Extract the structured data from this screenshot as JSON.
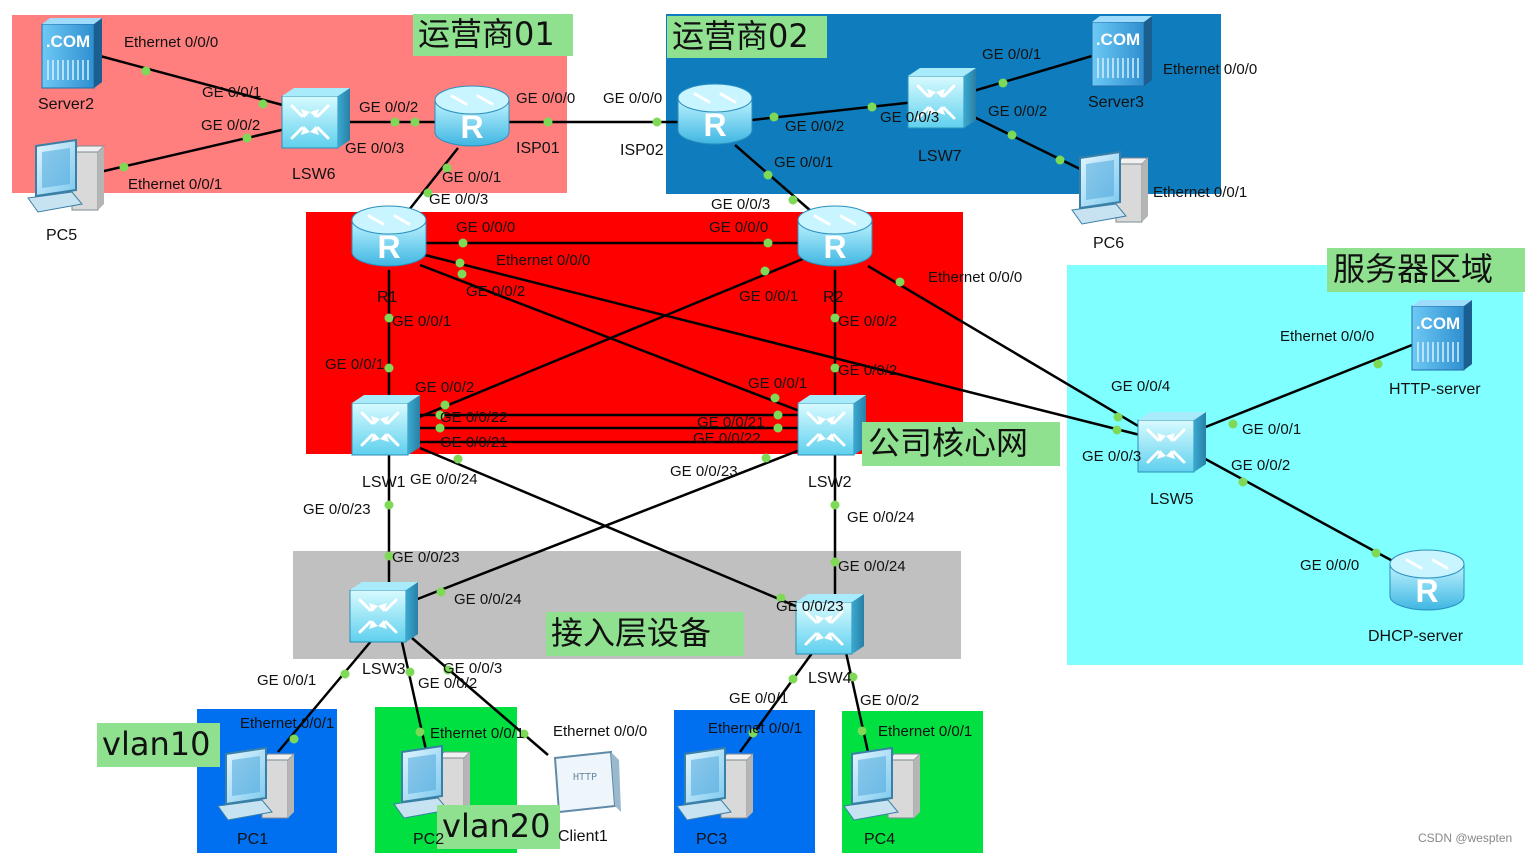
{
  "colors": {
    "isp1_zone": "#ff7f7f",
    "isp2_zone": "#0f7dbd",
    "core_zone": "#ff0000",
    "server_zone": "#7fffff",
    "access_zone": "#c0c0c0",
    "vlan10_zone": "#0070f0",
    "vlan20_zone": "#00e040",
    "zone_label_bg": "#8fe08f",
    "link_dot": "#7ed957"
  },
  "zones": {
    "isp1": "运营商01",
    "isp2": "运营商02",
    "core": "公司核心网",
    "server": "服务器区域",
    "access": "接入层设备",
    "vlan10": "vlan10",
    "vlan20": "vlan20"
  },
  "devices": {
    "server2": "Server2",
    "pc5": "PC5",
    "lsw6": "LSW6",
    "isp01": "ISP01",
    "isp02": "ISP02",
    "lsw7": "LSW7",
    "server3": "Server3",
    "pc6": "PC6",
    "r1": "R1",
    "r2": "R2",
    "lsw1": "LSW1",
    "lsw2": "LSW2",
    "lsw5": "LSW5",
    "http_server": "HTTP-server",
    "dhcp_server": "DHCP-server",
    "lsw3": "LSW3",
    "lsw4": "LSW4",
    "pc1": "PC1",
    "pc2": "PC2",
    "client1": "Client1",
    "pc3": "PC3",
    "pc4": "PC4"
  },
  "ports": {
    "server2_e000": "Ethernet 0/0/0",
    "lsw6_g001": "GE 0/0/1",
    "lsw6_g002": "GE 0/0/2",
    "pc5_e001": "Ethernet 0/0/1",
    "lsw6_g002_r": "GE 0/0/2",
    "lsw6_g003": "GE 0/0/3",
    "isp01_g000": "GE 0/0/0",
    "isp01_g001": "GE 0/0/1",
    "isp02_g000": "GE 0/0/0",
    "isp02_g002": "GE 0/0/2",
    "isp02_g001": "GE 0/0/1",
    "lsw7_g003": "GE 0/0/3",
    "lsw7_g001": "GE 0/0/1",
    "lsw7_g002": "GE 0/0/2",
    "server3_e000": "Ethernet 0/0/0",
    "pc6_e001": "Ethernet 0/0/1",
    "r1_g003": "GE 0/0/3",
    "r2_g003": "GE 0/0/3",
    "r1_g000": "GE 0/0/0",
    "r2_g000": "GE 0/0/0",
    "r1_e000": "Ethernet 0/0/0",
    "r1_g002": "GE 0/0/2",
    "r2_g001": "GE 0/0/1",
    "r2_e000": "Ethernet 0/0/0",
    "r1_g001": "GE 0/0/1",
    "r2_g002": "GE 0/0/2",
    "lsw1_g001": "GE 0/0/1",
    "lsw1_g002": "GE 0/0/2",
    "lsw1_g0022": "GE 0/0/22",
    "lsw1_g0021": "GE 0/0/21",
    "lsw2_g001": "GE 0/0/1",
    "lsw2_g002": "GE 0/0/2",
    "lsw2_g0021": "GE 0/0/21",
    "lsw2_g0022": "GE 0/0/22",
    "lsw1_g0024": "GE 0/0/24",
    "lsw2_g0023": "GE 0/0/23",
    "lsw1_g0023": "GE 0/0/23",
    "lsw2_g0024": "GE 0/0/24",
    "lsw5_g004": "GE 0/0/4",
    "lsw5_g003": "GE 0/0/3",
    "lsw5_g001": "GE 0/0/1",
    "lsw5_g002": "GE 0/0/2",
    "http_e000": "Ethernet 0/0/0",
    "dhcp_g000": "GE 0/0/0",
    "lsw3_g0023": "GE 0/0/23",
    "lsw3_g0024": "GE 0/0/24",
    "lsw4_g0024": "GE 0/0/24",
    "lsw4_g0023": "GE 0/0/23",
    "lsw3_g001": "GE 0/0/1",
    "lsw3_g002": "GE 0/0/2",
    "lsw3_g003": "GE 0/0/3",
    "lsw4_g001": "GE 0/0/1",
    "lsw4_g002": "GE 0/0/2",
    "pc1_e001": "Ethernet 0/0/1",
    "pc2_e001": "Ethernet 0/0/1",
    "client1_e000": "Ethernet 0/0/0",
    "pc3_e001": "Ethernet 0/0/1",
    "pc4_e001": "Ethernet 0/0/1"
  },
  "watermark": "CSDN @wespten"
}
